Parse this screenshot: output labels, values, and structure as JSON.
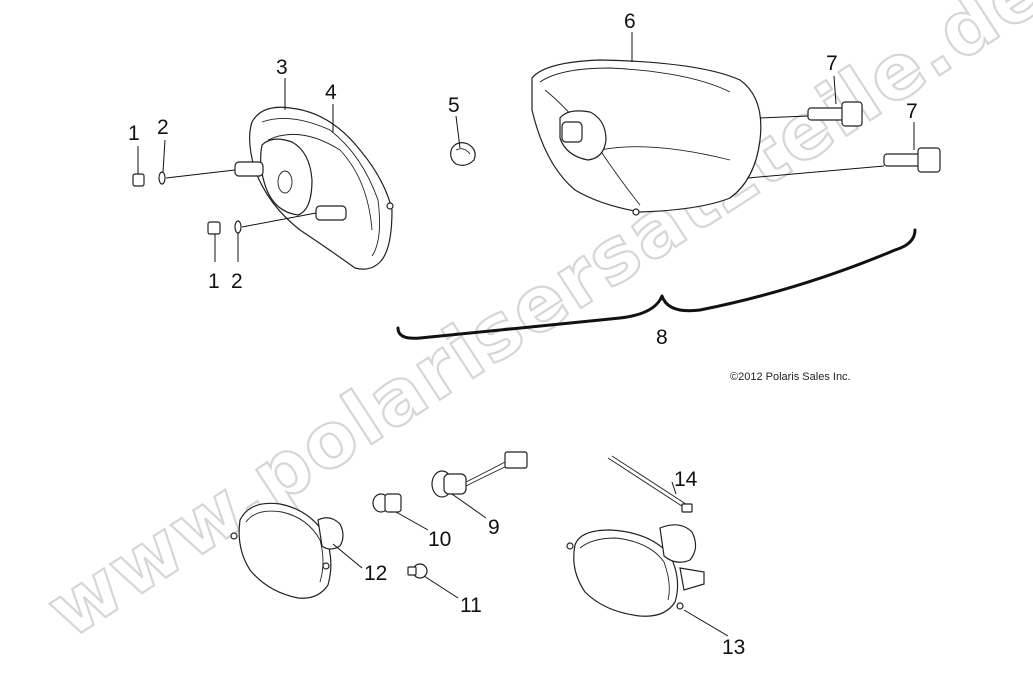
{
  "watermark": "www.polarisersatzteile.de",
  "copyright": "©2012 Polaris Sales Inc.",
  "callouts": [
    {
      "id": "c1a",
      "label": "1"
    },
    {
      "id": "c2a",
      "label": "2"
    },
    {
      "id": "c3",
      "label": "3"
    },
    {
      "id": "c4",
      "label": "4"
    },
    {
      "id": "c1b",
      "label": "1"
    },
    {
      "id": "c2b",
      "label": "2"
    },
    {
      "id": "c5",
      "label": "5"
    },
    {
      "id": "c6",
      "label": "6"
    },
    {
      "id": "c7a",
      "label": "7"
    },
    {
      "id": "c7b",
      "label": "7"
    },
    {
      "id": "c8",
      "label": "8"
    },
    {
      "id": "c9",
      "label": "9"
    },
    {
      "id": "c10",
      "label": "10"
    },
    {
      "id": "c11",
      "label": "11"
    },
    {
      "id": "c12",
      "label": "12"
    },
    {
      "id": "c13",
      "label": "13"
    },
    {
      "id": "c14",
      "label": "14"
    }
  ]
}
